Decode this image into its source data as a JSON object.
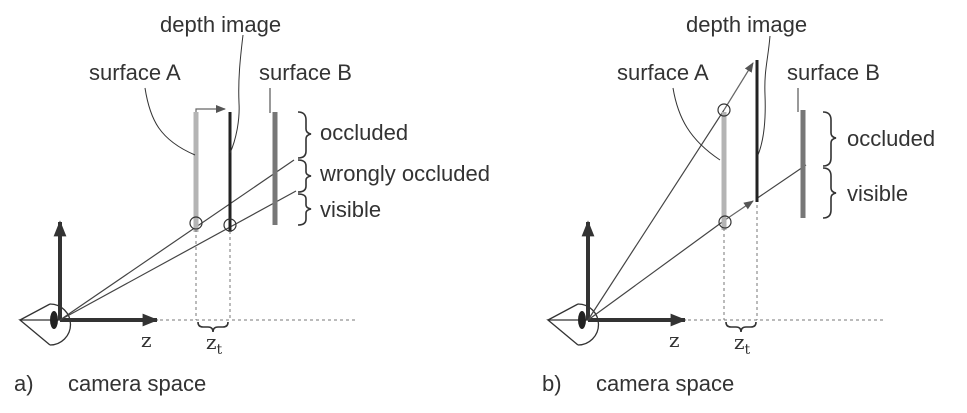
{
  "panel_a": {
    "caption_letter": "a)",
    "caption": "camera space",
    "depth_image_label": "depth image",
    "surface_a_label": "surface A",
    "surface_b_label": "surface B",
    "brace_labels": [
      "occluded",
      "wrongly occluded",
      "visible"
    ],
    "axis_label": "z",
    "zt_label_main": "z",
    "zt_label_sub": "t"
  },
  "panel_b": {
    "caption_letter": "b)",
    "caption": "camera space",
    "depth_image_label": "depth image",
    "surface_a_label": "surface A",
    "surface_b_label": "surface B",
    "brace_labels": [
      "occluded",
      "visible"
    ],
    "axis_label": "z",
    "zt_label_main": "z",
    "zt_label_sub": "t"
  },
  "colors": {
    "surface_a": "#b4b4b4",
    "depth_image": "#222222",
    "surface_b": "#777777",
    "axes": "#333333"
  }
}
